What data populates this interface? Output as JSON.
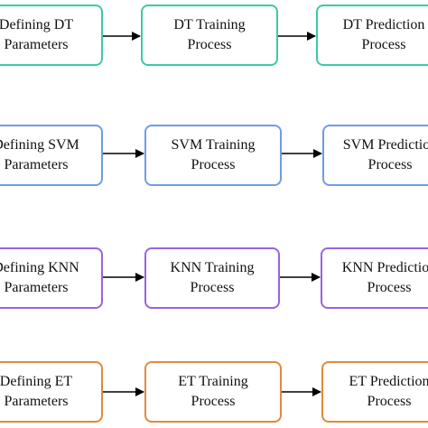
{
  "rows": [
    {
      "color": "#3cc9a6",
      "boxes": [
        {
          "line1": "Defining DT",
          "line2": "Parameters"
        },
        {
          "line1": "DT Training",
          "line2": "Process"
        },
        {
          "line1": "DT Prediction",
          "line2": "Process"
        }
      ]
    },
    {
      "color": "#6f9ce6",
      "boxes": [
        {
          "line1": "Defining SVM",
          "line2": "Parameters"
        },
        {
          "line1": "SVM Training",
          "line2": "Process"
        },
        {
          "line1": "SVM Prediction",
          "line2": "Process"
        }
      ]
    },
    {
      "color": "#9b62e0",
      "boxes": [
        {
          "line1": "Defining KNN",
          "line2": "Parameters"
        },
        {
          "line1": "KNN Training",
          "line2": "Process"
        },
        {
          "line1": "KNN Prediction",
          "line2": "Process"
        }
      ]
    },
    {
      "color": "#e08a3c",
      "boxes": [
        {
          "line1": "Defining ET",
          "line2": "Parameters"
        },
        {
          "line1": "ET Training",
          "line2": "Process"
        },
        {
          "line1": "ET Prediction",
          "line2": "Process"
        }
      ]
    }
  ]
}
